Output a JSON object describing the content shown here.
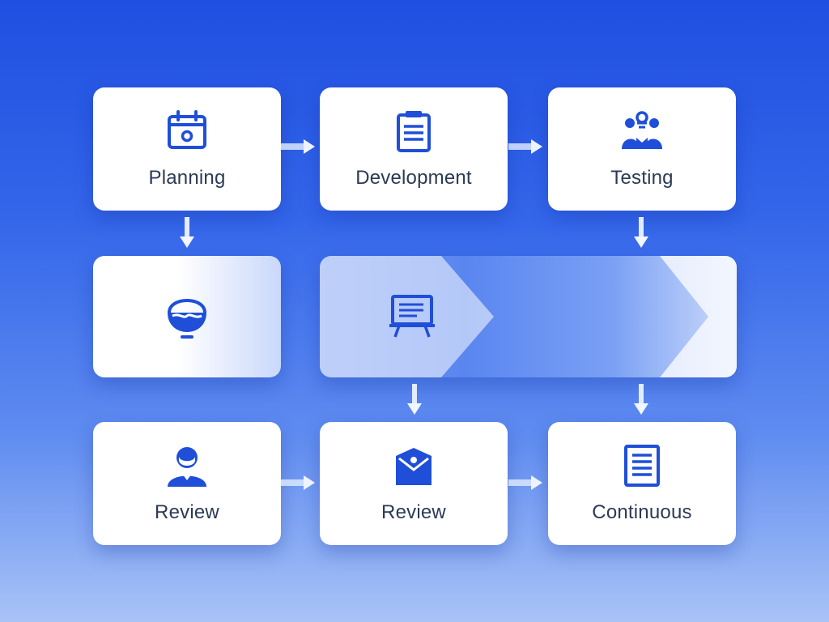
{
  "colors": {
    "background_top": "#1f4fe0",
    "background_bottom": "#a9c3f7",
    "card": "#ffffff",
    "icon": "#1f4fd8",
    "label": "#2b3a55",
    "arrow": "#e6eeff"
  },
  "nodes": {
    "planning": {
      "label": "Planning",
      "icon": "calendar-icon"
    },
    "development": {
      "label": "Development",
      "icon": "clipboard-list-icon"
    },
    "testing": {
      "label": "Testing",
      "icon": "team-icon"
    },
    "middle_left": {
      "label": "",
      "icon": "bowl-icon"
    },
    "middle_banner": {
      "label": "",
      "icon": "presentation-board-icon"
    },
    "review_1": {
      "label": "Review",
      "icon": "person-icon"
    },
    "review_2": {
      "label": "Review",
      "icon": "shield-document-icon"
    },
    "continuous": {
      "label": "Continuous",
      "icon": "document-lines-icon"
    }
  },
  "connections": [
    {
      "from": "planning",
      "to": "development"
    },
    {
      "from": "development",
      "to": "testing"
    },
    {
      "from": "planning",
      "to": "middle_left"
    },
    {
      "from": "testing",
      "to": "middle_banner"
    },
    {
      "from": "middle_banner",
      "to": "review_2"
    },
    {
      "from": "middle_banner",
      "to": "continuous"
    },
    {
      "from": "review_1",
      "to": "review_2"
    },
    {
      "from": "review_2",
      "to": "continuous"
    }
  ]
}
